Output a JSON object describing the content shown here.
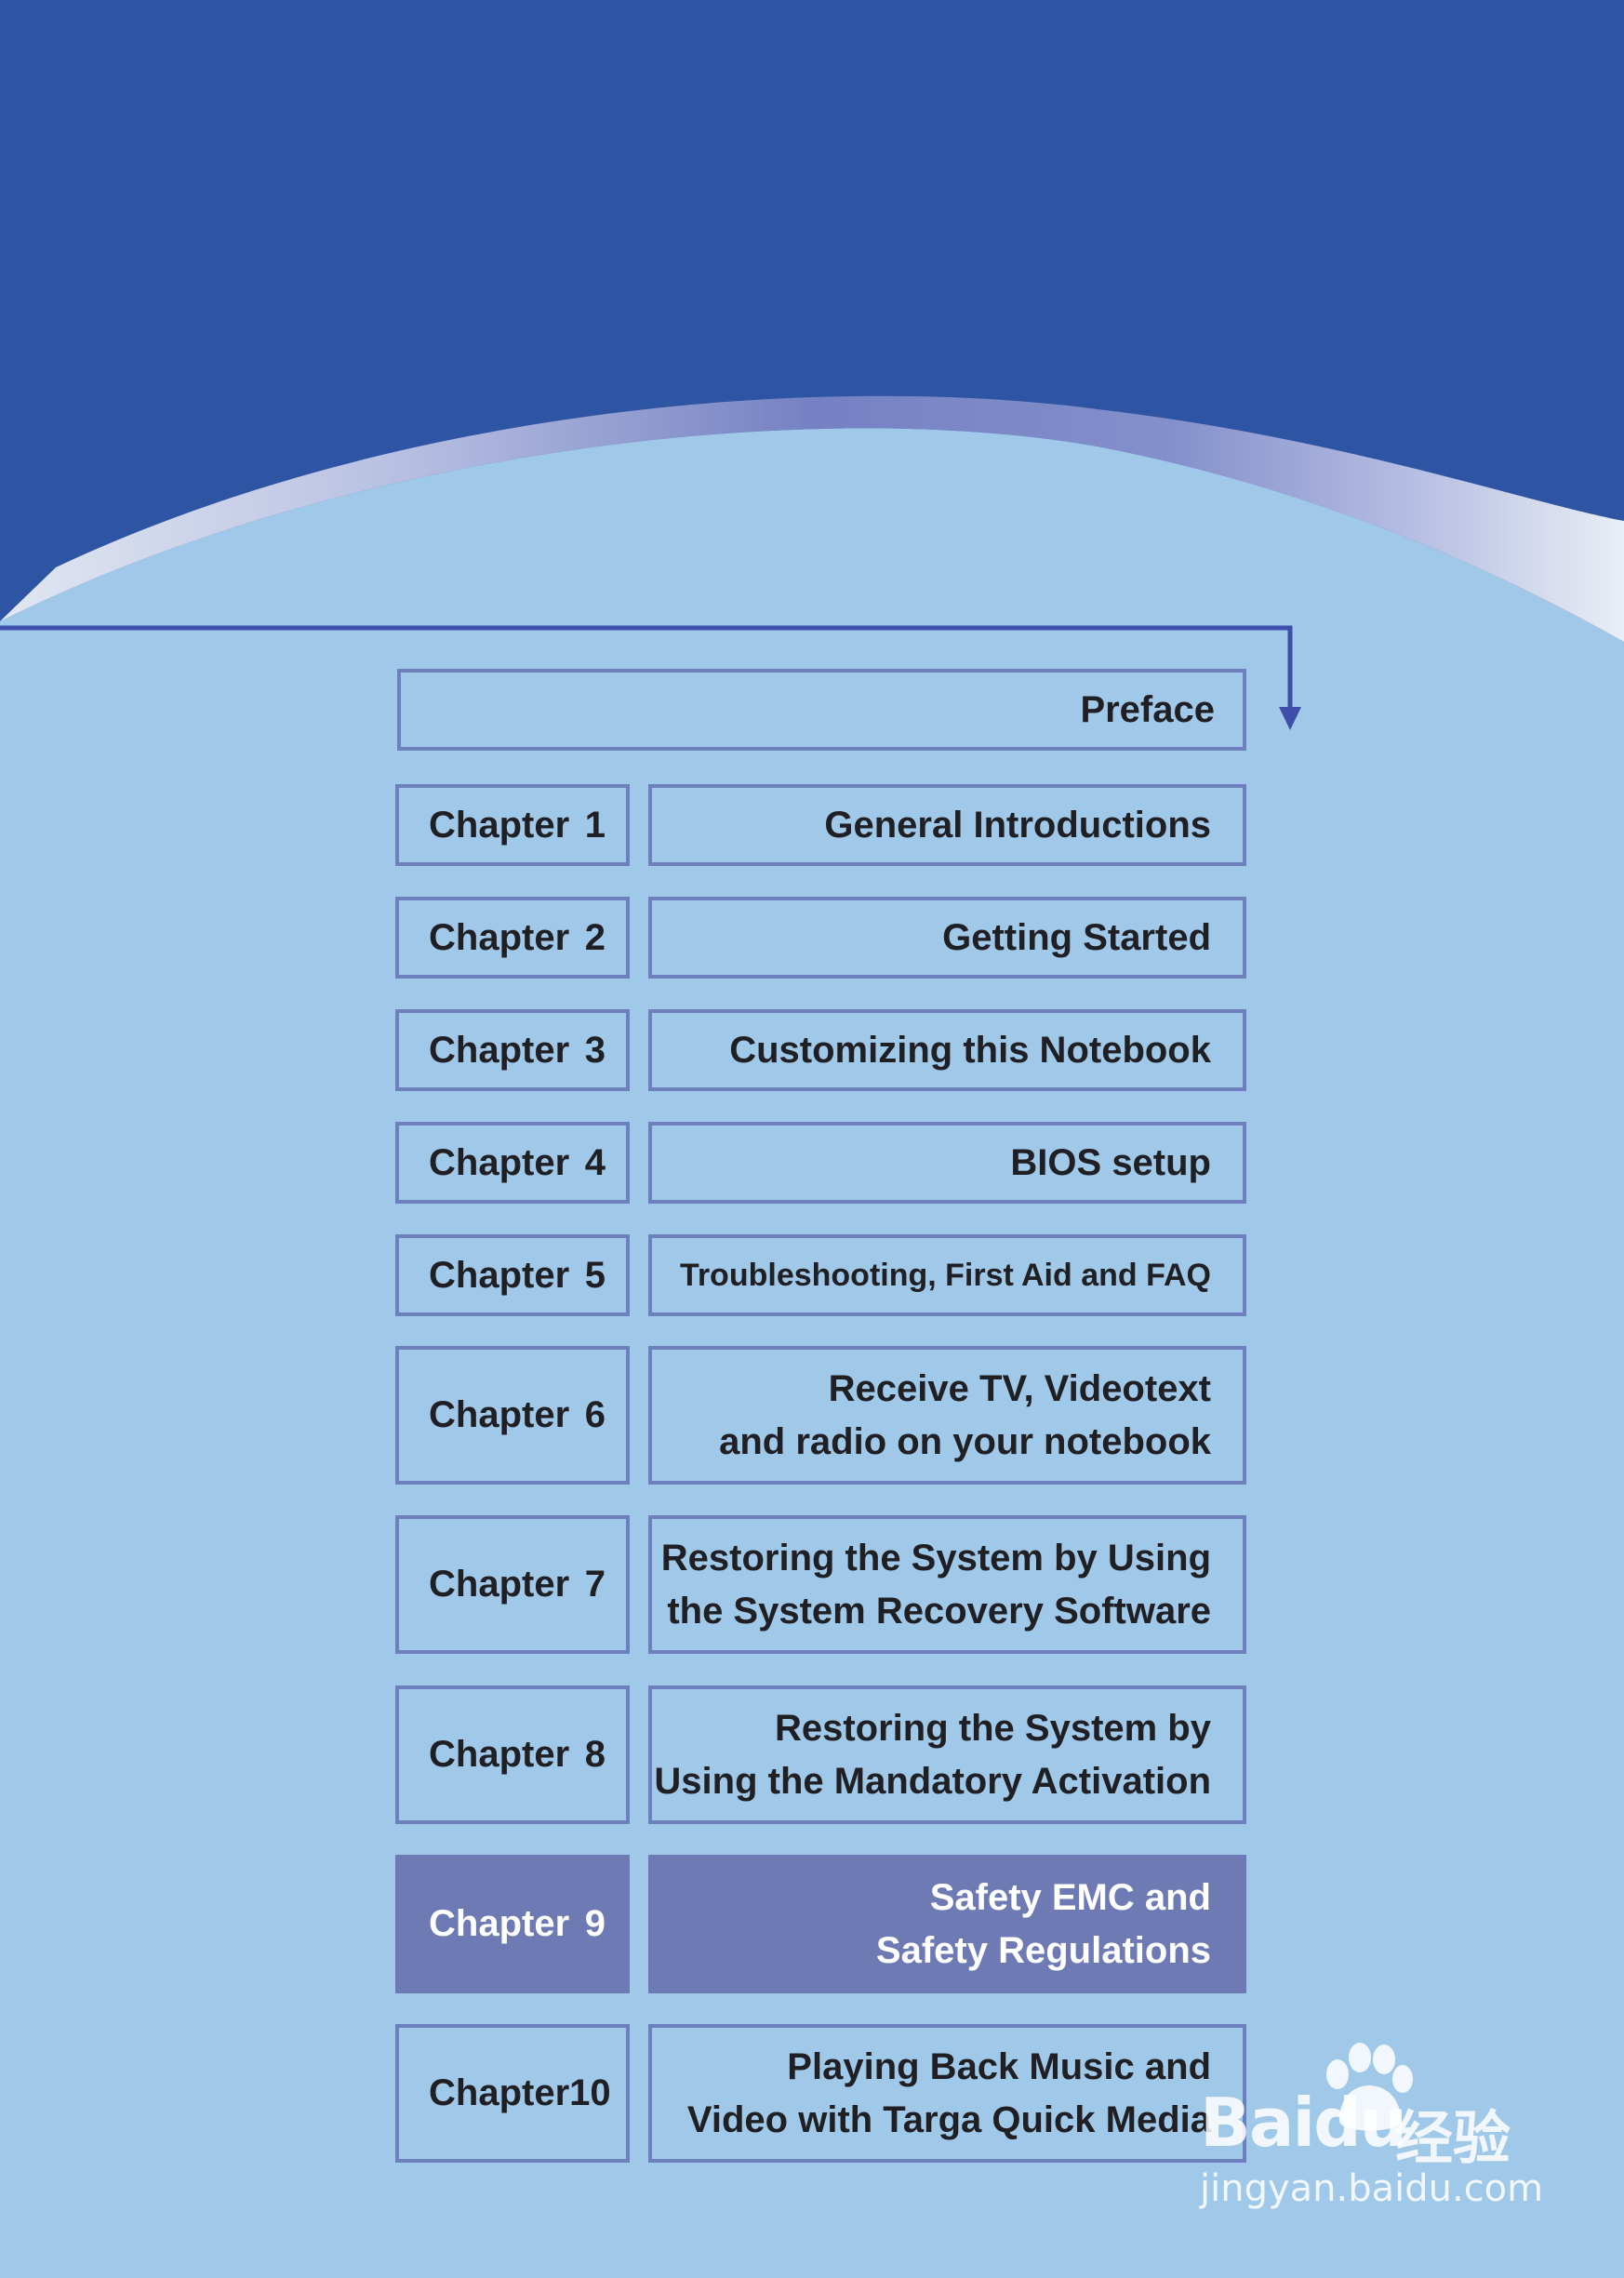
{
  "colors": {
    "header_blue": "#2d55a3",
    "page_bg": "#a0c8e8",
    "box_border": "#6e7fbe",
    "active_fill": "#6e7ab4",
    "text": "#1f1f24"
  },
  "preface": {
    "label": "Preface"
  },
  "chapters": [
    {
      "word": "Chapter",
      "num": "1",
      "lines": [
        "General Introductions"
      ]
    },
    {
      "word": "Chapter",
      "num": "2",
      "lines": [
        "Getting Started"
      ]
    },
    {
      "word": "Chapter",
      "num": "3",
      "lines": [
        "Customizing this Notebook"
      ]
    },
    {
      "word": "Chapter",
      "num": "4",
      "lines": [
        "BIOS setup"
      ]
    },
    {
      "word": "Chapter",
      "num": "5",
      "lines": [
        "Troubleshooting, First Aid and FAQ"
      ]
    },
    {
      "word": "Chapter",
      "num": "6",
      "lines": [
        "Receive TV, Videotext",
        "and radio on your notebook"
      ]
    },
    {
      "word": "Chapter",
      "num": "7",
      "lines": [
        "Restoring the System by Using",
        "the System Recovery Software"
      ]
    },
    {
      "word": "Chapter",
      "num": "8",
      "lines": [
        "Restoring the System by",
        "Using the Mandatory Activation"
      ]
    },
    {
      "word": "Chapter",
      "num": "9",
      "lines": [
        "Safety EMC and",
        "Safety Regulations"
      ],
      "active": true
    },
    {
      "word": "Chapter",
      "num": "10",
      "lines": [
        "Playing Back Music and",
        "Video with Targa Quick Media"
      ]
    }
  ],
  "watermark": {
    "brand": "Bai",
    "brand_end": "du",
    "cn": "经验",
    "url": "jingyan.baidu.com"
  }
}
